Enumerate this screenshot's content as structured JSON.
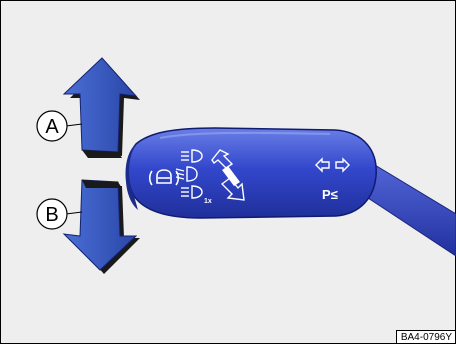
{
  "figure": {
    "code": "BA4-0796Y",
    "callouts": [
      {
        "letter": "A",
        "meaning": "arrow-up"
      },
      {
        "letter": "B",
        "meaning": "arrow-down"
      }
    ],
    "lever_symbols": {
      "assist": "(🚘)",
      "p_symbol": "P≤",
      "one_x": "1x"
    },
    "colors": {
      "background": "#eeeeef",
      "lever_blue": "#2c3fc4",
      "arrow_blue": "#2e4fb6",
      "arrow_shadow": "#1a1a1a"
    }
  }
}
